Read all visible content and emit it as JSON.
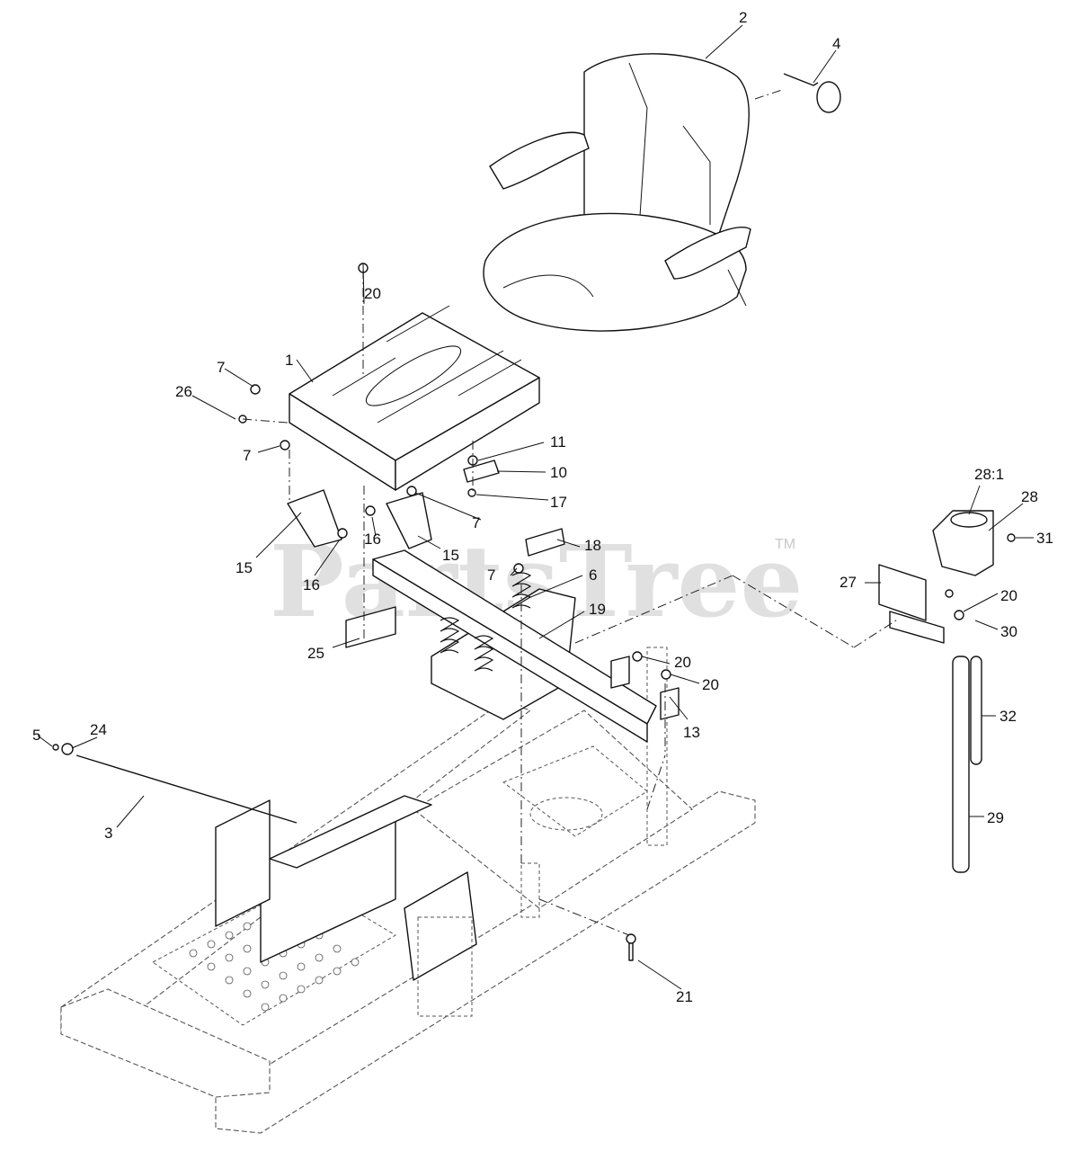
{
  "watermark": {
    "text": "PartsTree",
    "trademark": "TM"
  },
  "callouts": {
    "c1": "1",
    "c2": "2",
    "c3": "3",
    "c4": "4",
    "c5": "5",
    "c6": "6",
    "c7a": "7",
    "c7b": "7",
    "c7c": "7",
    "c7d": "7",
    "c10": "10",
    "c11": "11",
    "c13": "13",
    "c15a": "15",
    "c15b": "15",
    "c16a": "16",
    "c16b": "16",
    "c17": "17",
    "c18": "18",
    "c19": "19",
    "c20a": "20",
    "c20b": "20",
    "c20c": "20",
    "c20d": "20",
    "c21": "21",
    "c24": "24",
    "c25": "25",
    "c26": "26",
    "c27": "27",
    "c28": "28",
    "c28_1": "28:1",
    "c29": "29",
    "c30": "30",
    "c31": "31",
    "c32": "32"
  }
}
